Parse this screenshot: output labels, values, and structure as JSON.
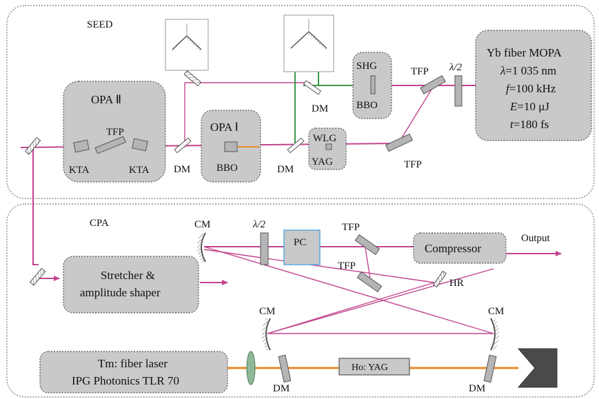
{
  "sections": {
    "seed": "SEED",
    "cpa": "CPA"
  },
  "mopa": {
    "title": "Yb fiber MOPA",
    "lambda_sym": "λ",
    "lambda_val": "=1 035 nm",
    "f_sym": "f",
    "f_val": "=100 kHz",
    "e_sym": "E",
    "e_val": "=10 μJ",
    "t_sym": "t",
    "t_val": "=180 fs"
  },
  "seed": {
    "opa2": "OPA Ⅱ",
    "opa1": "OPA Ⅰ",
    "shg": "SHG",
    "bbo_shg": "BBO",
    "wlg": "WLG",
    "yag": "YAG",
    "bbo_opa1": "BBO",
    "tfp_opa2": "TFP",
    "kta_left": "KTA",
    "kta_right": "KTA",
    "dm_opa2": "DM",
    "dm_opa1": "DM",
    "dm_top": "DM",
    "tfp_top": "TFP",
    "tfp_bottom": "TFP",
    "half_wave": "λ/2"
  },
  "cpa": {
    "stretcher_line1": "Stretcher &",
    "stretcher_line2": "amplitude shaper",
    "cm_top": "CM",
    "cm_left": "CM",
    "cm_right": "CM",
    "half_wave": "λ/2",
    "pc": "PC",
    "tfp_upper": "TFP",
    "tfp_lower": "TFP",
    "compressor": "Compressor",
    "output": "Output",
    "hr": "HR",
    "tm_line1": "Tm: fiber laser",
    "tm_line2": "IPG Photonics TLR 70",
    "ho_yag": "Ho: YAG",
    "dm_left": "DM",
    "dm_right": "DM"
  },
  "colors": {
    "beam_1035": "#c2448e",
    "beam_green": "#3a9a4a",
    "beam_pump": "#e8892b",
    "component_fill": "#c9c9c9",
    "pockels_cell_border": "#5aa7e0"
  }
}
